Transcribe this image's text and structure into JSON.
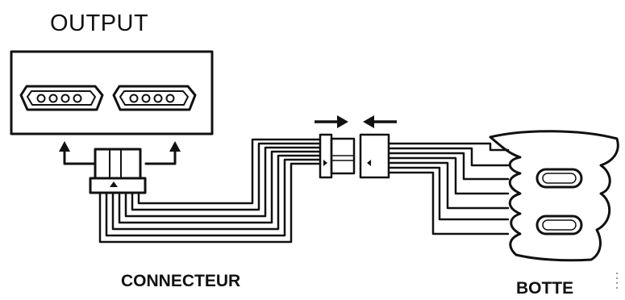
{
  "labels": {
    "output": "OUTPUT",
    "connecteur": "CONNECTEUR",
    "botte": "BOTTE"
  },
  "colors": {
    "ink": "#111111",
    "paper": "#ffffff"
  },
  "icons": [
    "up-arrow-icon",
    "right-arrow-icon",
    "left-arrow-icon"
  ]
}
